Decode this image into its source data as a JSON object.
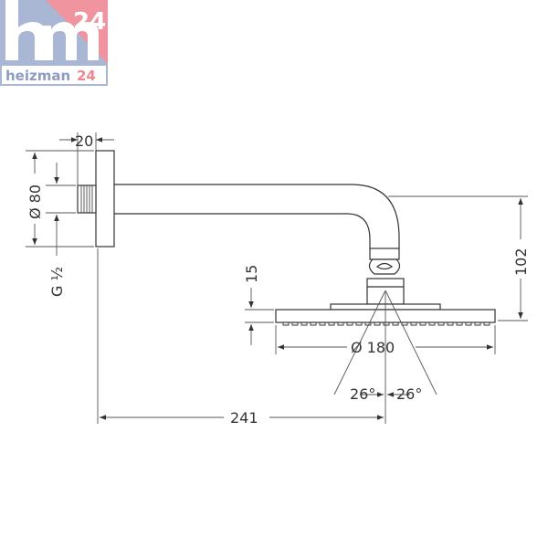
{
  "logo": {
    "letters": "hm",
    "number": "24",
    "brand_name": "heizman",
    "brand_number": "24",
    "colors": {
      "blue": "#a9b6d4",
      "pink": "#f0959f",
      "text_blue": "#8e9cc0",
      "text_pink": "#f0868f"
    }
  },
  "drawing": {
    "line_color": "#333333",
    "dimensions": {
      "flange_depth": "20",
      "flange_diameter": "Ø 80",
      "thread": "G ½",
      "arm_drop": "102",
      "head_height": "15",
      "head_diameter": "Ø 180",
      "spray_angle_left": "26°",
      "spray_angle_right": "26°",
      "projection": "241"
    }
  }
}
